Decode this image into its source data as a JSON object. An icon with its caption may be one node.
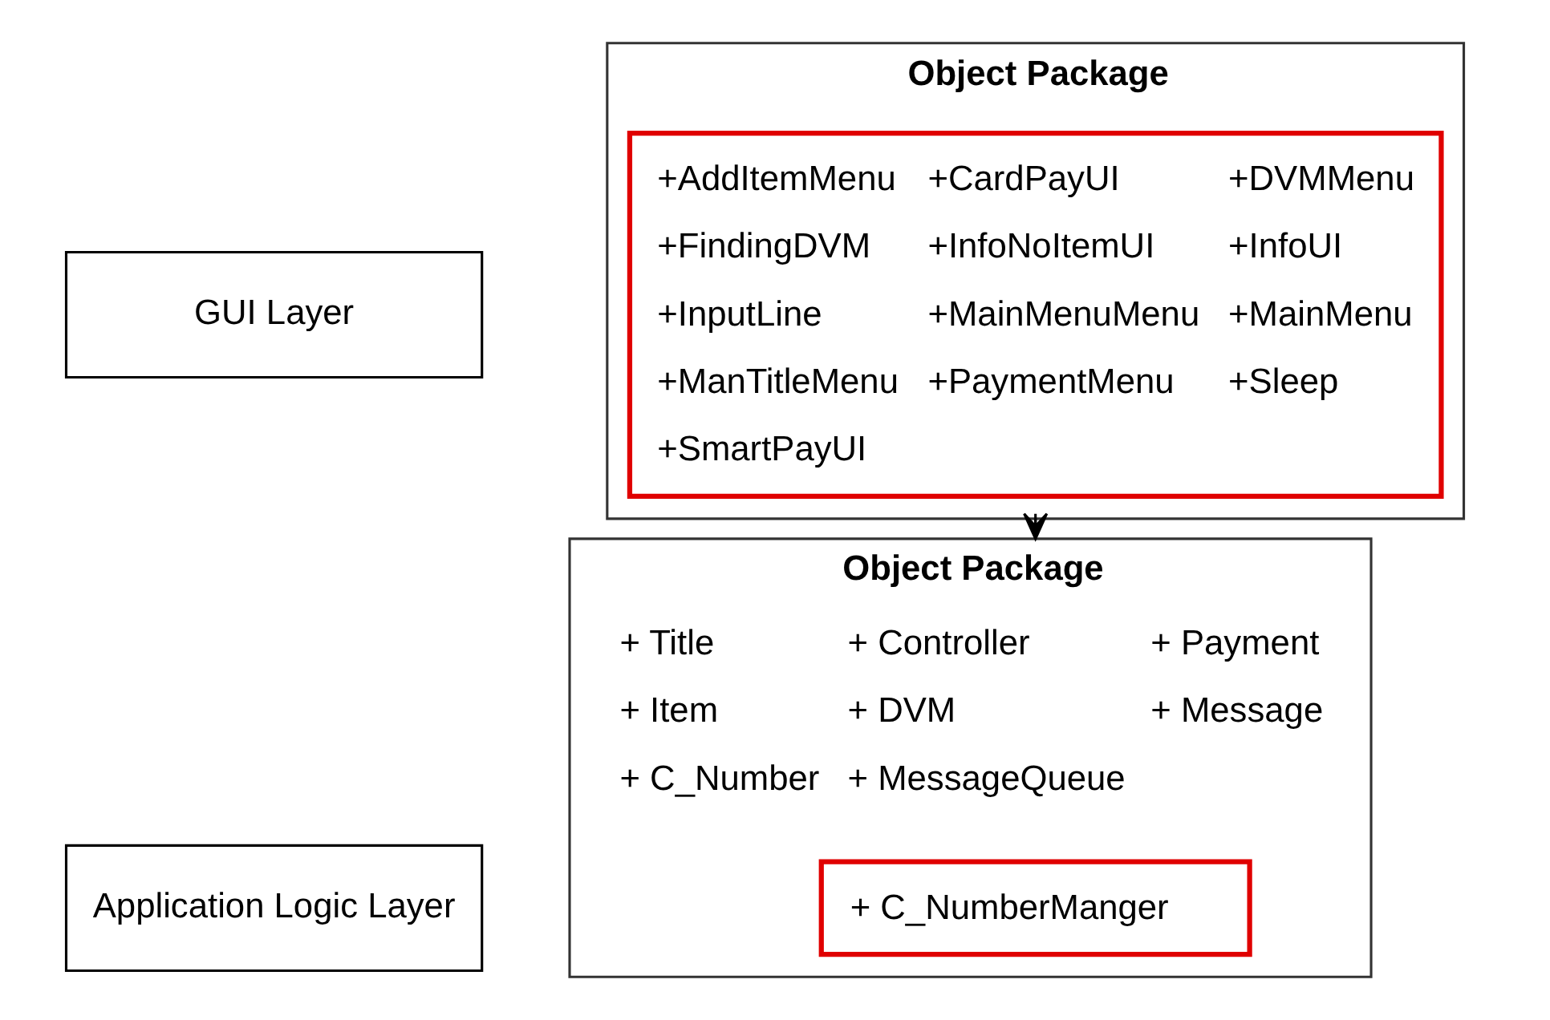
{
  "diagram": {
    "nodes": [
      {
        "text": [
          "GUI Layer"
        ]
      },
      {
        "text": [
          "Object Package"
        ]
      },
      {
        "text": [
          "+AddItemMenu",
          "+CardPayUI",
          "+DVMMenu",
          "+FindingDVM",
          "+InfoNoItemUI",
          "+InfoUI",
          "+InputLine",
          "+MainMenuMenu",
          "+MainMenu",
          "+ManTitleMenu",
          "+PaymentMenu",
          "+Sleep",
          "+SmartPayUI"
        ],
        "in": 1
      },
      {
        "text": [
          "Application Logic Layer"
        ]
      },
      {
        "text": [
          "Object Package",
          "+ Title",
          "+ Controller",
          "+ Payment",
          "+ Item",
          "+ DVM",
          "+ Message",
          "+ C_Number",
          "+ MessageQueue"
        ]
      },
      {
        "text": [
          "+ C_NumberManger"
        ],
        "in": 4
      }
    ],
    "edges": [
      {
        "from": 1,
        "to": 4,
        "arrow": "to",
        "style": "dashed"
      }
    ]
  }
}
